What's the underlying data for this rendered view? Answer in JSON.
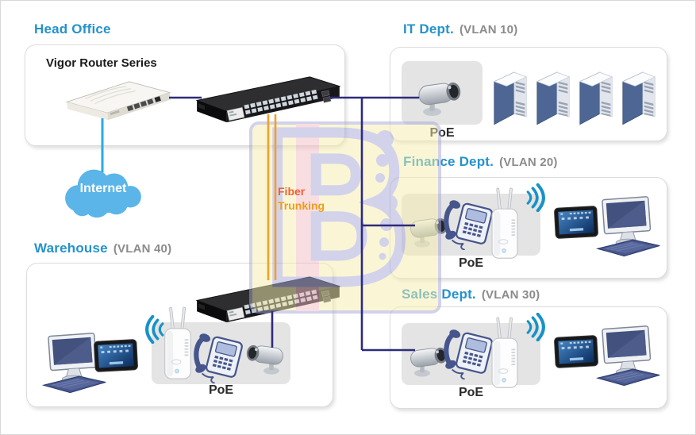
{
  "head_office": {
    "title": "Head Office",
    "router_label": "Vigor Router Series"
  },
  "internet": {
    "label": "Internet"
  },
  "fiber_trunking": {
    "line1": "Fiber",
    "line2": "Trunking"
  },
  "departments": {
    "it": {
      "name": "IT Dept.",
      "vlan": "(VLAN 10)",
      "poe_label": "PoE",
      "devices": [
        "poe-camera",
        "server",
        "server",
        "server",
        "server"
      ]
    },
    "finance": {
      "name": "Finance Dept.",
      "vlan": "(VLAN 20)",
      "poe_label": "PoE",
      "devices": [
        "poe-camera",
        "ip-phone",
        "access-point",
        "wifi-waves",
        "tablet",
        "desktop-computer"
      ]
    },
    "sales": {
      "name": "Sales Dept.",
      "vlan": "(VLAN 30)",
      "poe_label": "PoE",
      "devices": [
        "poe-camera",
        "ip-phone",
        "access-point",
        "wifi-waves",
        "tablet",
        "desktop-computer"
      ]
    },
    "warehouse": {
      "name": "Warehouse",
      "vlan": "(VLAN 40)",
      "poe_label": "PoE",
      "devices": [
        "desktop-computer",
        "tablet",
        "wifi-waves",
        "access-point",
        "ip-phone",
        "poe-camera"
      ]
    }
  },
  "watermark": {
    "letter": "B"
  },
  "colors": {
    "heading_blue": "#2492cb",
    "vlan_gray": "#8b8b8b",
    "link_navy": "#2e2b7b",
    "link_cyan": "#29abe2",
    "fiber_orange": "#f2a02c",
    "fiber_text_1": "#f15f38",
    "fiber_text_2": "#f09c1b",
    "cloud_blue": "#5bb5e8",
    "watermark_yellow": "#f6efad",
    "watermark_pink": "#f3bcc4",
    "watermark_lavender": "#a7a7d8",
    "box_border": "#dcdcdc",
    "poe_box_gray": "#e4e4e4"
  }
}
